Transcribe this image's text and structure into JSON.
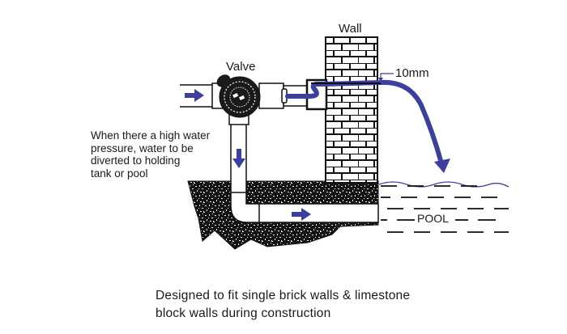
{
  "labels": {
    "wall": "Wall",
    "valve": "Valve",
    "gap": "10mm",
    "pool": "POOL"
  },
  "note": {
    "lines": [
      "When there a high water",
      "pressure, water to be",
      "diverted to holding",
      "tank or pool"
    ]
  },
  "caption": {
    "lines": [
      "Designed to fit single brick walls & limestone",
      "block walls during construction"
    ]
  },
  "colors": {
    "flow": "#3d3f9e",
    "outline": "#111111",
    "water_line": "#3d3f9e",
    "background": "#ffffff"
  },
  "icons": {
    "flow_arrows": [
      "arrow-right-icon",
      "arrow-down-icon",
      "arrow-right-icon",
      "arrow-down-icon"
    ]
  }
}
